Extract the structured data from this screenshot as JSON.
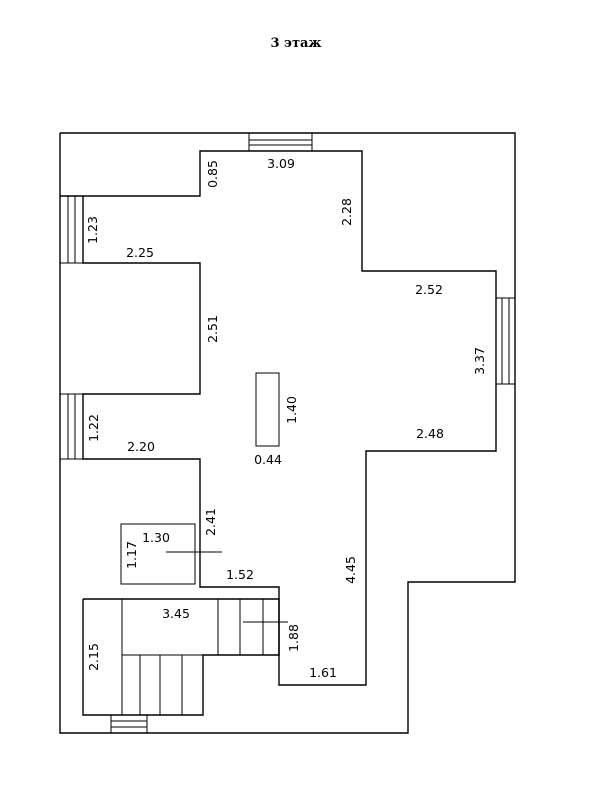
{
  "title": "3 этаж",
  "dimensions": {
    "d085": "0.85",
    "d309": "3.09",
    "d228": "2.28",
    "d123": "1.23",
    "d225": "2.25",
    "d252": "2.52",
    "d251": "2.51",
    "d337": "3.37",
    "d140": "1.40",
    "d122": "1.22",
    "d248": "2.48",
    "d220": "2.20",
    "d044": "0.44",
    "d241": "2.41",
    "d130": "1.30",
    "d117": "1.17",
    "d152": "1.52",
    "d445": "4.45",
    "d345": "3.45",
    "d188": "1.88",
    "d215": "2.15",
    "d161": "1.61"
  }
}
